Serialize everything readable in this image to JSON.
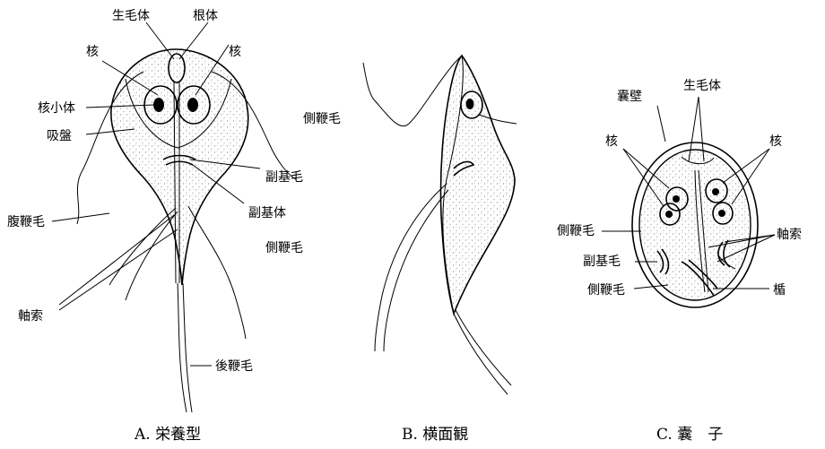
{
  "figure_a": {
    "labels": {
      "blepharoplast": "生毛体",
      "basal_body": "根体",
      "nucleus_left": "核",
      "nucleus_right": "核",
      "karyosome": "核小体",
      "sucking_disc": "吸盤",
      "lateral_flagellum_upper": "側鞭毛",
      "parabasal_bristle": "副基毛",
      "parabasal_body": "副基体",
      "ventral_flagellum": "腹鞭毛",
      "lateral_flagellum_lower": "側鞭毛",
      "axostyle": "軸索",
      "posterior_flagellum": "後鞭毛"
    },
    "caption": "A. 栄養型"
  },
  "figure_b": {
    "caption": "B. 横面観"
  },
  "figure_c": {
    "labels": {
      "cyst_wall": "囊壁",
      "blepharoplast": "生毛体",
      "nucleus_left": "核",
      "nucleus_right": "核",
      "lateral_flagellum_upper": "側鞭毛",
      "axostyle": "軸索",
      "parabasal_bristle": "副基毛",
      "lateral_flagellum_lower": "側鞭毛",
      "median_body": "楯"
    },
    "caption": "C. 囊　子"
  }
}
